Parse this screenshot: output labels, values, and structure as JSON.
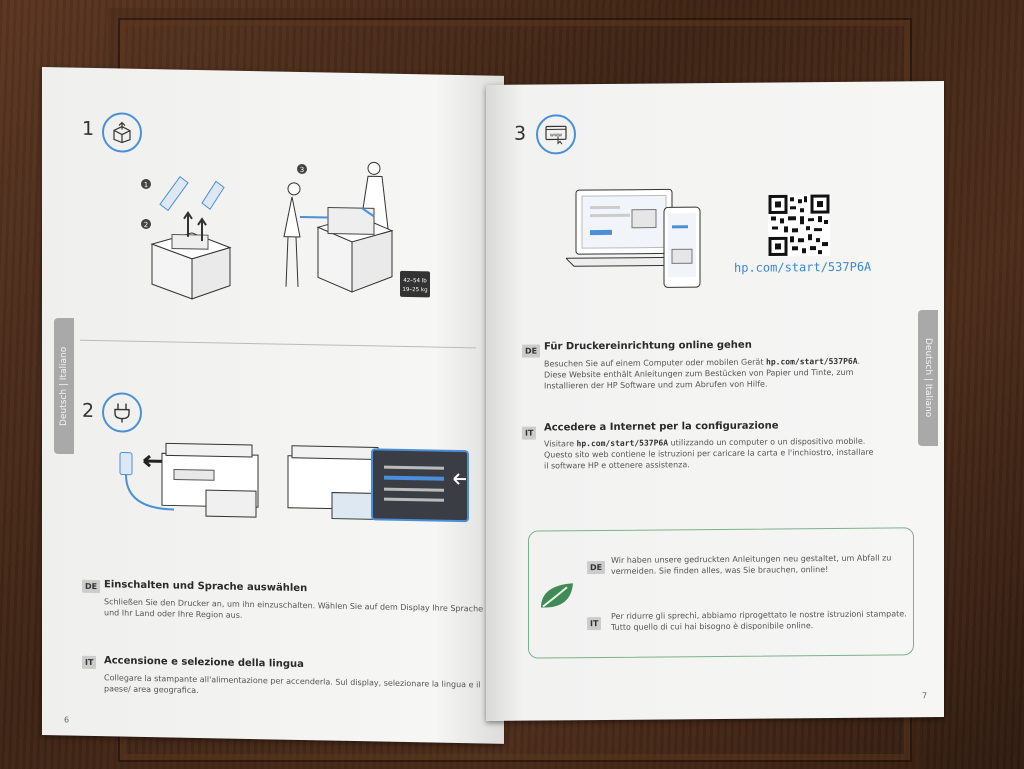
{
  "left_page": {
    "step1": {
      "number": "1",
      "icon": "box-unpack-icon"
    },
    "step1_illustration": {
      "markers": [
        "1",
        "2",
        "3"
      ],
      "weight_badge": [
        "42–54 lb",
        "19–25 kg"
      ]
    },
    "step2": {
      "number": "2",
      "icon": "power-plug-icon"
    },
    "side_tab": "Deutsch  |  Italiano",
    "de": {
      "badge": "DE",
      "heading": "Einschalten und Sprache auswählen",
      "body": "Schließen Sie den Drucker an, um ihn einzuschalten. Wählen Sie auf dem Display Ihre Sprache und Ihr Land oder Ihre Region aus."
    },
    "it": {
      "badge": "IT",
      "heading": "Accensione e selezione della lingua",
      "body": "Collegare la stampante all'alimentazione per accenderla. Sul display, selezionare la lingua e il paese/ area geografica."
    },
    "page_number": "6"
  },
  "right_page": {
    "step3": {
      "number": "3",
      "icon": "www-click-icon"
    },
    "url": "hp.com/start/537P6A",
    "side_tab": "Deutsch  |  Italiano",
    "de": {
      "badge": "DE",
      "heading": "Für Druckereinrichtung online gehen",
      "body_pre": "Besuchen Sie auf einem Computer oder mobilen Gerät ",
      "body_url": "hp.com/start/537P6A",
      "body_post": ". Diese Website enthält Anleitungen zum Bestücken von Papier und Tinte, zum Installieren der HP Software und zum Abrufen von Hilfe."
    },
    "it": {
      "badge": "IT",
      "heading": "Accedere a Internet per la configurazione",
      "body_pre": "Visitare ",
      "body_url": "hp.com/start/537P6A",
      "body_post": " utilizzando un computer o un dispositivo mobile. Questo sito web contiene le istruzioni per caricare la carta e l'inchiostro, installare il software HP e ottenere assistenza."
    },
    "eco_box": {
      "icon": "leaf-icon",
      "de_badge": "DE",
      "de_text": "Wir haben unsere gedruckten Anleitungen neu gestaltet, um Abfall zu vermeiden. Sie finden alles, was Sie brauchen, online!",
      "it_badge": "IT",
      "it_text": "Per ridurre gli sprechi, abbiamo riprogettato le nostre istruzioni stampate. Tutto quello di cui hai bisogno è disponibile online."
    },
    "page_number": "7"
  }
}
